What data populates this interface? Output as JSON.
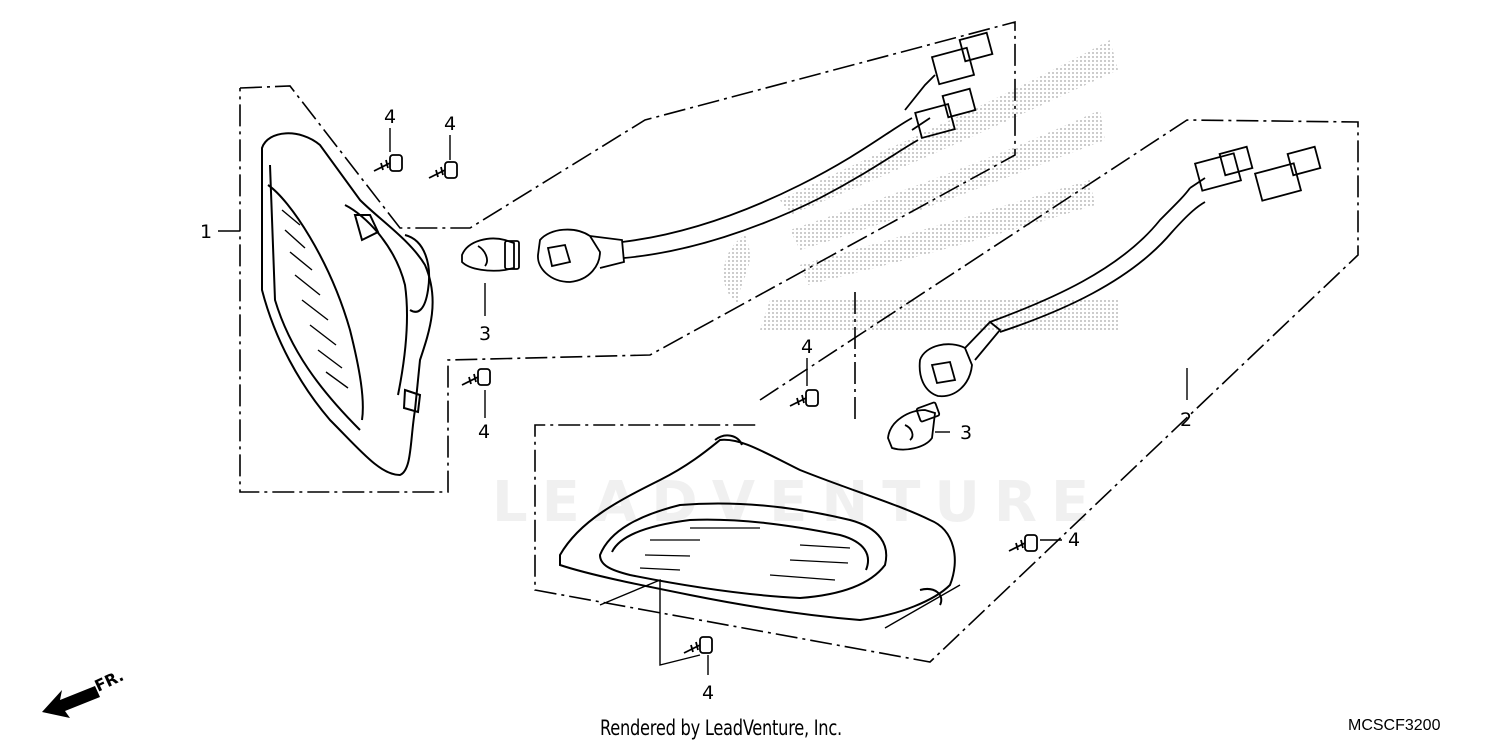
{
  "callouts": {
    "c1": "1",
    "c2": "2",
    "c3a": "3",
    "c3b": "3",
    "c4a": "4",
    "c4b": "4",
    "c4c": "4",
    "c4d": "4",
    "c4e": "4",
    "c4f": "4"
  },
  "watermark": "LEADVENTURE",
  "footer": {
    "credit": "Rendered by LeadVenture, Inc.",
    "code": "MCSCF3200"
  },
  "front_indicator": "FR.",
  "colors": {
    "line": "#000000",
    "halftone": "#9a9a9a",
    "background": "#ffffff"
  }
}
